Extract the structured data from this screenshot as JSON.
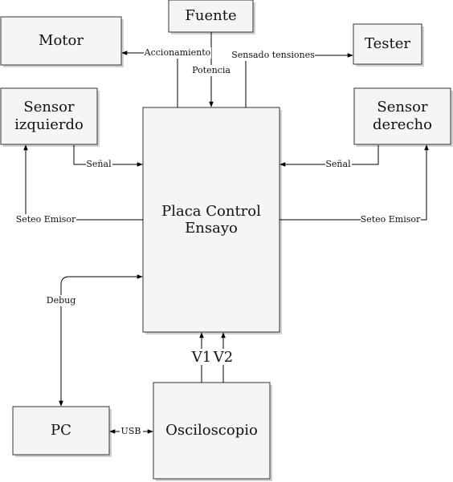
{
  "nodes": {
    "fuente": "Fuente",
    "motor": "Motor",
    "tester": "Tester",
    "sensor_izquierdo": [
      "Sensor",
      "izquierdo"
    ],
    "sensor_derecho": [
      "Sensor",
      "derecho"
    ],
    "placa": [
      "Placa Control",
      "Ensayo"
    ],
    "pc": "PC",
    "osciloscopio": "Osciloscopio"
  },
  "edges": {
    "accionamiento": "Accionamiento",
    "potencia": "Potencia",
    "sensado_tensiones": "Sensado tensiones",
    "senal_izq": "Señal",
    "senal_der": "Señal",
    "seteo_emisor_izq": "Seteo Emisor",
    "seteo_emisor_der": "Seteo Emisor",
    "debug": "Debug",
    "usb": "USB",
    "v1": "V1",
    "v2": "V2"
  },
  "colors": {
    "box_fill": "#f5f5f5",
    "box_stroke": "#333333",
    "edge": "#000000"
  }
}
